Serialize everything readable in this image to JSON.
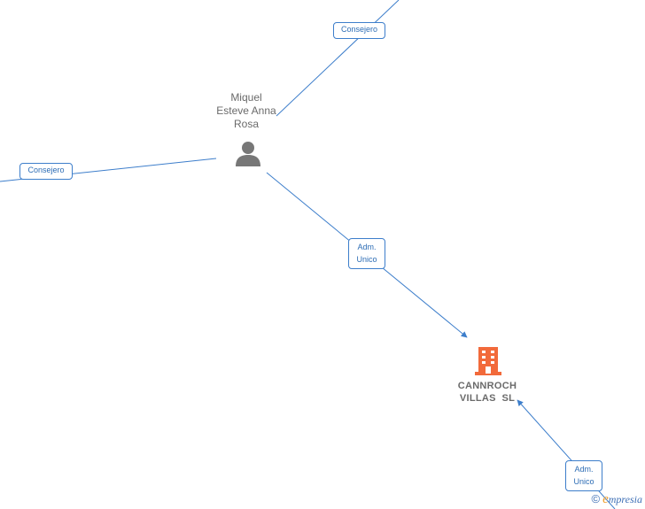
{
  "nodes": {
    "person": {
      "line1": "Miquel",
      "line2": "Esteve Anna",
      "line3": "Rosa",
      "icon": "person-icon"
    },
    "company": {
      "line1": "CANNROCH",
      "line2": "VILLAS  SL",
      "icon": "building-icon",
      "color": "#f26a3b"
    }
  },
  "edges": {
    "consejero_top": "Consejero",
    "consejero_left": "Consejero",
    "adm_unico_center": {
      "line1": "Adm.",
      "line2": "Unico"
    },
    "adm_unico_bottom": {
      "line1": "Adm.",
      "line2": "Unico"
    }
  },
  "watermark": {
    "copyright": "©",
    "e": "e",
    "brand": "mpresia"
  },
  "colors": {
    "edge": "#3d7ecb",
    "node_text": "#6a6a6a",
    "company_icon": "#f26a3b",
    "person_icon": "#777777"
  }
}
